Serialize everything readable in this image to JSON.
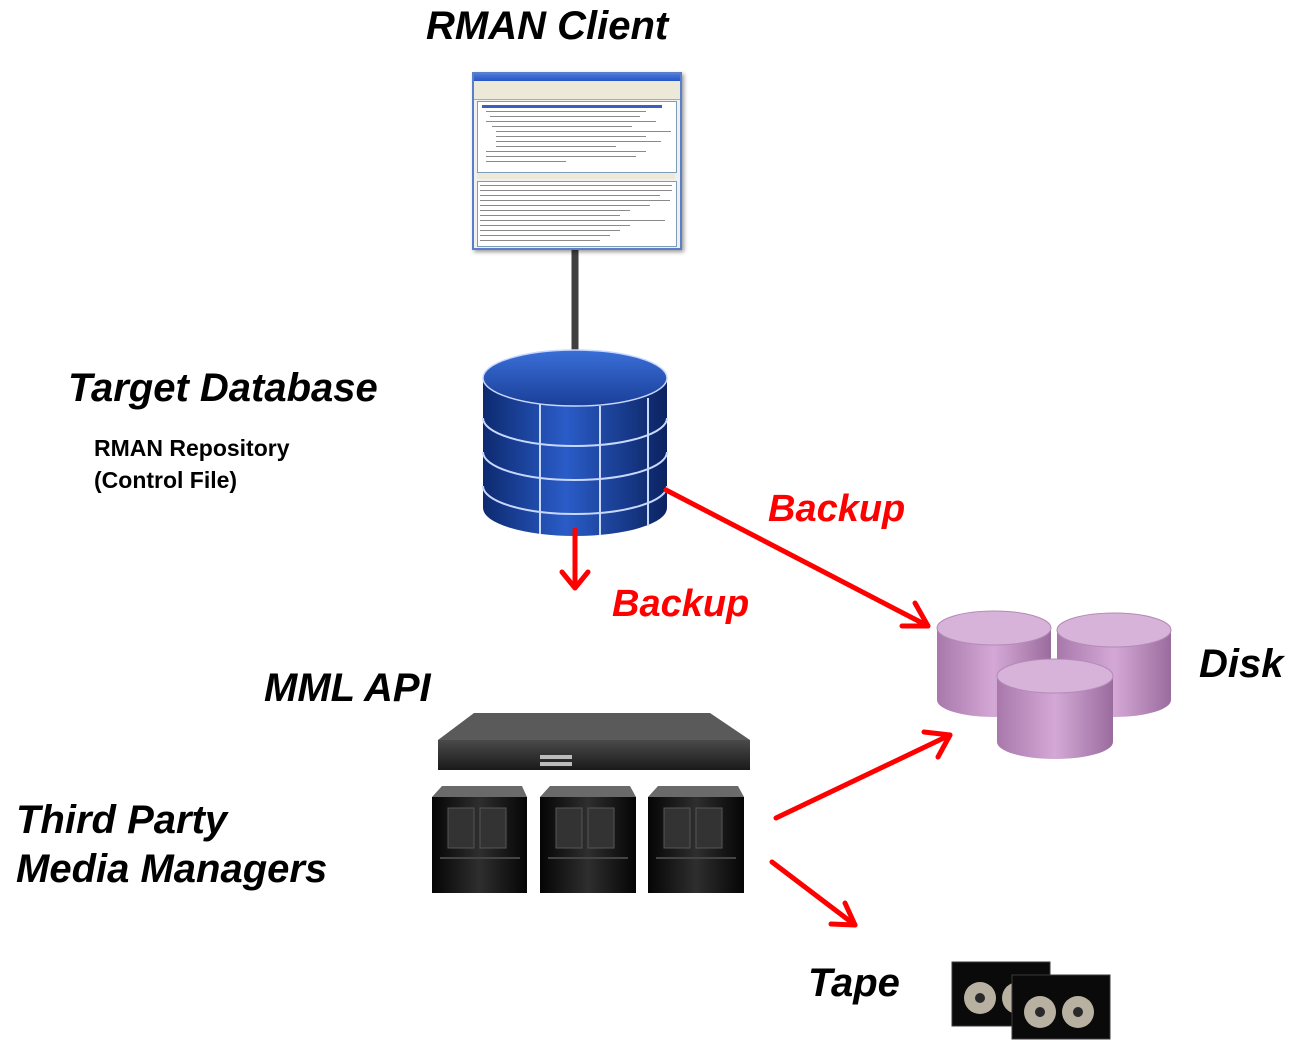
{
  "labels": {
    "rman_client": "RMAN Client",
    "target_database": "Target Database",
    "rman_repository": "RMAN Repository",
    "control_file": "(Control File)",
    "backup_right": "Backup",
    "backup_down": "Backup",
    "disk": "Disk",
    "mml_api": "MML API",
    "third_party_line1": "Third Party",
    "third_party_line2": "Media Managers",
    "tape": "Tape"
  },
  "colors": {
    "arrow": "#ff0000",
    "database": "#1e4aa8",
    "disk": "#c49ac6",
    "server": "#1a1a1a"
  }
}
